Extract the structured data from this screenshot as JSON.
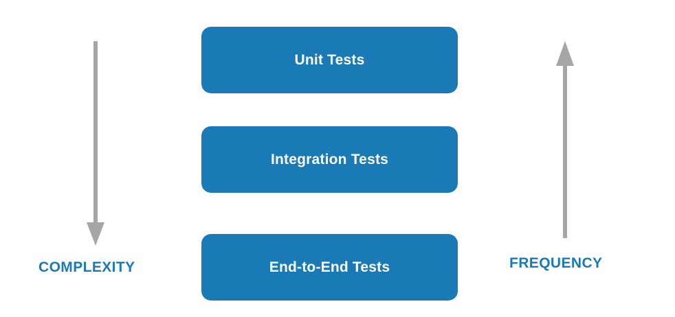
{
  "diagram": {
    "boxes": [
      {
        "label": "Unit Tests"
      },
      {
        "label": "Integration Tests"
      },
      {
        "label": "End-to-End Tests"
      }
    ],
    "left_axis": {
      "label": "COMPLEXITY",
      "direction": "down"
    },
    "right_axis": {
      "label": "FREQUENCY",
      "direction": "up"
    }
  },
  "colors": {
    "box_fill": "#1a7ab5",
    "box_text": "#ffffff",
    "label_text": "#1a7ab5",
    "arrow": "#a6a6a6"
  }
}
